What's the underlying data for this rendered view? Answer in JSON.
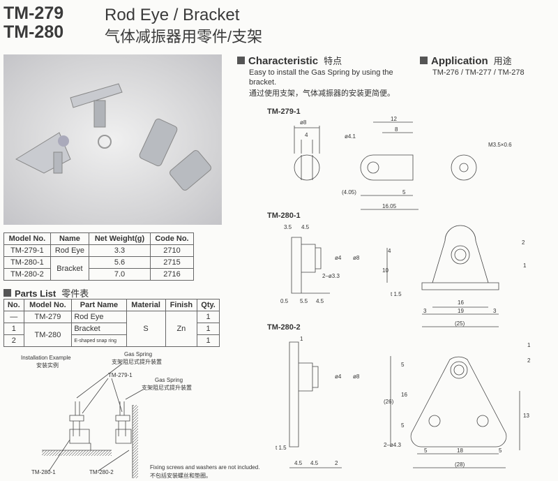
{
  "header": {
    "models": [
      "TM-279",
      "TM-280"
    ],
    "title_en": "Rod Eye / Bracket",
    "title_cn": "气体减振器用零件/支架"
  },
  "spec_table": {
    "headers": [
      "Model No.",
      "Name",
      "Net Weight(g)",
      "Code No."
    ],
    "rows": [
      [
        "TM-279-1",
        "Rod Eye",
        "3.3",
        "2710"
      ],
      [
        "TM-280-1",
        "Bracket",
        "5.6",
        "2715"
      ],
      [
        "TM-280-2",
        "",
        "7.0",
        "2716"
      ]
    ]
  },
  "parts": {
    "title": "Parts List",
    "title_cn": "零件表",
    "headers": [
      "No.",
      "Model No.",
      "Part Name",
      "Material",
      "Finish",
      "Qty."
    ],
    "rows": [
      [
        "—",
        "TM-279",
        "Rod Eye",
        "1"
      ],
      [
        "1",
        "TM-280",
        "Bracket",
        "1"
      ],
      [
        "2",
        "",
        "E-shaped snap ring",
        "1"
      ]
    ],
    "material": "S",
    "finish": "Zn"
  },
  "install": {
    "title": "Installation Example",
    "title_cn": "安装实例",
    "gas_spring": "Gas Spring",
    "gas_spring_cn": "支架阻尼式提升装置",
    "rod_eye": "TM-279-1",
    "bracket1": "TM-280-1",
    "bracket2": "TM-280-2",
    "note": "Fixing screws and washers are not included.",
    "note_cn": "不包括安装螺丝和垫圈。"
  },
  "characteristic": {
    "title": "Characteristic",
    "title_cn": "特点",
    "text": "Easy to install the Gas Spring by using the bracket.",
    "text_cn": "通过使用支架，气体减振器的安装更简便。"
  },
  "application": {
    "title": "Application",
    "title_cn": "用途",
    "text": "TM-276 / TM-277 / TM-278"
  },
  "drawings": {
    "d1": {
      "label": "TM-279-1",
      "dims": [
        "ø8",
        "4",
        "ø4.1",
        "12",
        "8",
        "M3.5×0.6",
        "(4.05)",
        "5",
        "16.05"
      ]
    },
    "d2": {
      "label": "TM-280-1",
      "dims": [
        "3.5",
        "4.5",
        "ø4",
        "ø8",
        "2–ø3.3",
        "0.5",
        "5.5",
        "4.5",
        "4",
        "10",
        "t 1.5",
        "16",
        "3",
        "19",
        "3",
        "(25)",
        "2",
        "1"
      ]
    },
    "d3": {
      "label": "TM-280-2",
      "dims": [
        "1",
        "ø4",
        "ø8",
        "t 1.5",
        "4.5",
        "4.5",
        "2",
        "5",
        "16",
        "5",
        "(26)",
        "13",
        "2–ø4.3",
        "5",
        "18",
        "5",
        "(28)",
        "1",
        "2"
      ]
    }
  }
}
